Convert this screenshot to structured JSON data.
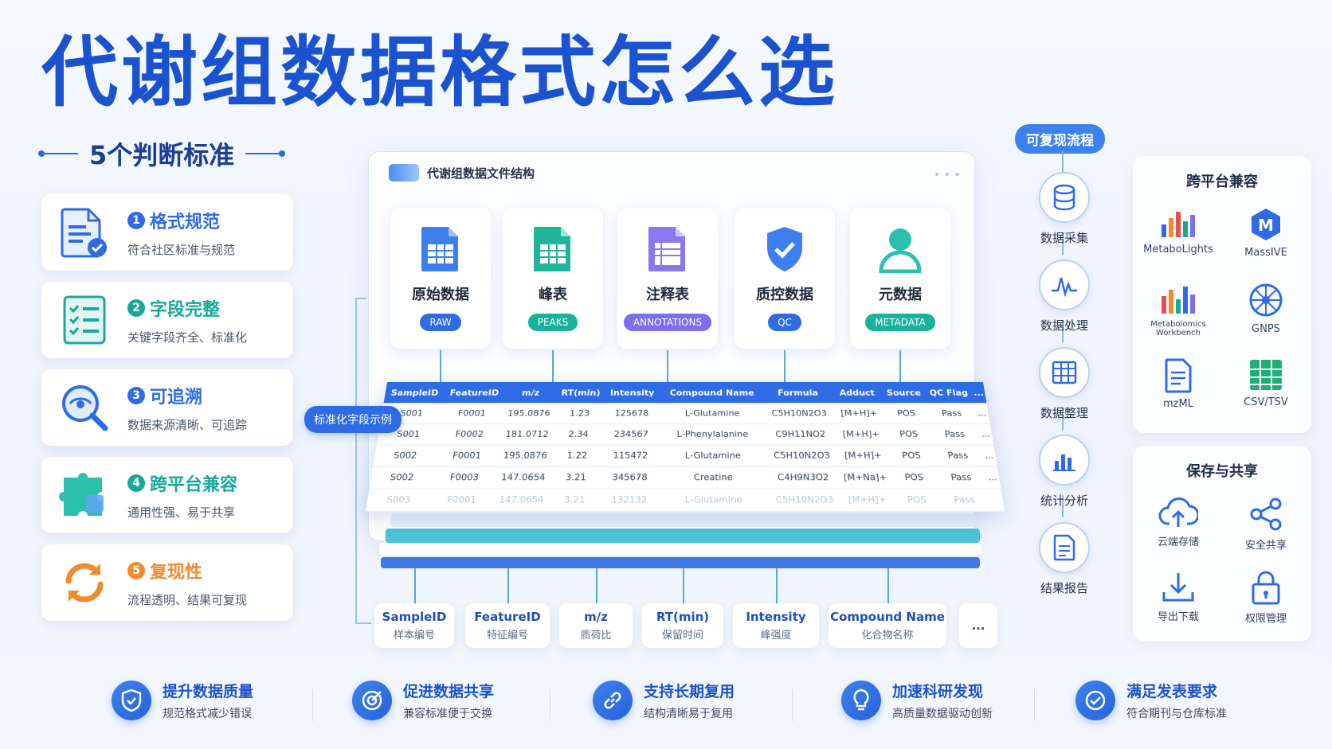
{
  "header": {
    "title": "代谢组数据格式怎么选",
    "subtitle": "5个判断标准"
  },
  "criteria": [
    {
      "num": "1",
      "title": "格式规范",
      "desc": "符合社区标准与规范",
      "color": "#2f6be4"
    },
    {
      "num": "2",
      "title": "字段完整",
      "desc": "关键字段齐全、标准化",
      "color": "#18a89a"
    },
    {
      "num": "3",
      "title": "可追溯",
      "desc": "数据来源清晰、可追踪",
      "color": "#2f6be4"
    },
    {
      "num": "4",
      "title": "跨平台兼容",
      "desc": "通用性强、易于共享",
      "color": "#18a89a"
    },
    {
      "num": "5",
      "title": "复现性",
      "desc": "流程透明、结果可复现",
      "color": "#f28a2e"
    }
  ],
  "panel": {
    "title": "代谢组数据文件结构",
    "dots": "• • •"
  },
  "file_cards": [
    {
      "label": "原始数据",
      "badge": "RAW",
      "color": "#2f6be4"
    },
    {
      "label": "峰表",
      "badge": "PEAKS",
      "color": "#18b39a"
    },
    {
      "label": "注释表",
      "badge": "ANNOTATIONS",
      "color": "#7d6ef0"
    },
    {
      "label": "质控数据",
      "badge": "QC",
      "color": "#2f6be4"
    },
    {
      "label": "元数据",
      "badge": "METADATA",
      "color": "#18b39a"
    }
  ],
  "table": {
    "headers": [
      "SampleID",
      "FeatureID",
      "m/z",
      "RT(min)",
      "Intensity",
      "Compound Name",
      "Formula",
      "Adduct",
      "Source",
      "QC Flag",
      "..."
    ],
    "rows": [
      [
        "S001",
        "F0001",
        "195.0876",
        "1.23",
        "125678",
        "L-Glutamine",
        "C5H10N2O3",
        "[M+H]+",
        "POS",
        "Pass",
        "..."
      ],
      [
        "S001",
        "F0002",
        "181.0712",
        "2.34",
        "234567",
        "L-Phenylalanine",
        "C9H11NO2",
        "[M+H]+",
        "POS",
        "Pass",
        "..."
      ],
      [
        "S002",
        "F0001",
        "195.0876",
        "1.22",
        "115472",
        "L-Glutamine",
        "C5H10N2O3",
        "[M+H]+",
        "POS",
        "Pass",
        "..."
      ],
      [
        "S002",
        "F0003",
        "147.0654",
        "3.21",
        "345678",
        "Creatine",
        "C4H9N3O2",
        "[M+Na]+",
        "POS",
        "Pass",
        "..."
      ],
      [
        "S003",
        "F0001",
        "147.0654",
        "3.21",
        "132132",
        "L-Glutamine",
        "C5H10N2O3",
        "[M+H]+",
        "POS",
        "Pass",
        ""
      ]
    ]
  },
  "std_label": "标准化字段示例",
  "fields": [
    {
      "name": "SampleID",
      "cn": "样本编号"
    },
    {
      "name": "FeatureID",
      "cn": "特征编号"
    },
    {
      "name": "m/z",
      "cn": "质荷比"
    },
    {
      "name": "RT(min)",
      "cn": "保留时间"
    },
    {
      "name": "Intensity",
      "cn": "峰强度"
    },
    {
      "name": "Compound Name",
      "cn": "化合物名称"
    },
    {
      "name": "...",
      "cn": ""
    }
  ],
  "flow": {
    "title": "可复现流程",
    "steps": [
      "数据采集",
      "数据处理",
      "数据整理",
      "统计分析",
      "结果报告"
    ]
  },
  "platforms": {
    "title": "跨平台兼容",
    "items": [
      "MetaboLights",
      "MassIVE",
      "Metabolomics Workbench",
      "GNPS",
      "mzML",
      "CSV/TSV"
    ]
  },
  "storage": {
    "title": "保存与共享",
    "items": [
      "云端存储",
      "安全共享",
      "导出下载",
      "权限管理"
    ]
  },
  "benefits": [
    {
      "title": "提升数据质量",
      "desc": "规范格式减少错误",
      "icon": "shield-icon"
    },
    {
      "title": "促进数据共享",
      "desc": "兼容标准便于交换",
      "icon": "target-icon"
    },
    {
      "title": "支持长期复用",
      "desc": "结构清晰易于复用",
      "icon": "link-icon"
    },
    {
      "title": "加速科研发现",
      "desc": "高质量数据驱动创新",
      "icon": "bulb-icon"
    },
    {
      "title": "满足发表要求",
      "desc": "符合期刊与仓库标准",
      "icon": "check-circle-icon"
    }
  ]
}
